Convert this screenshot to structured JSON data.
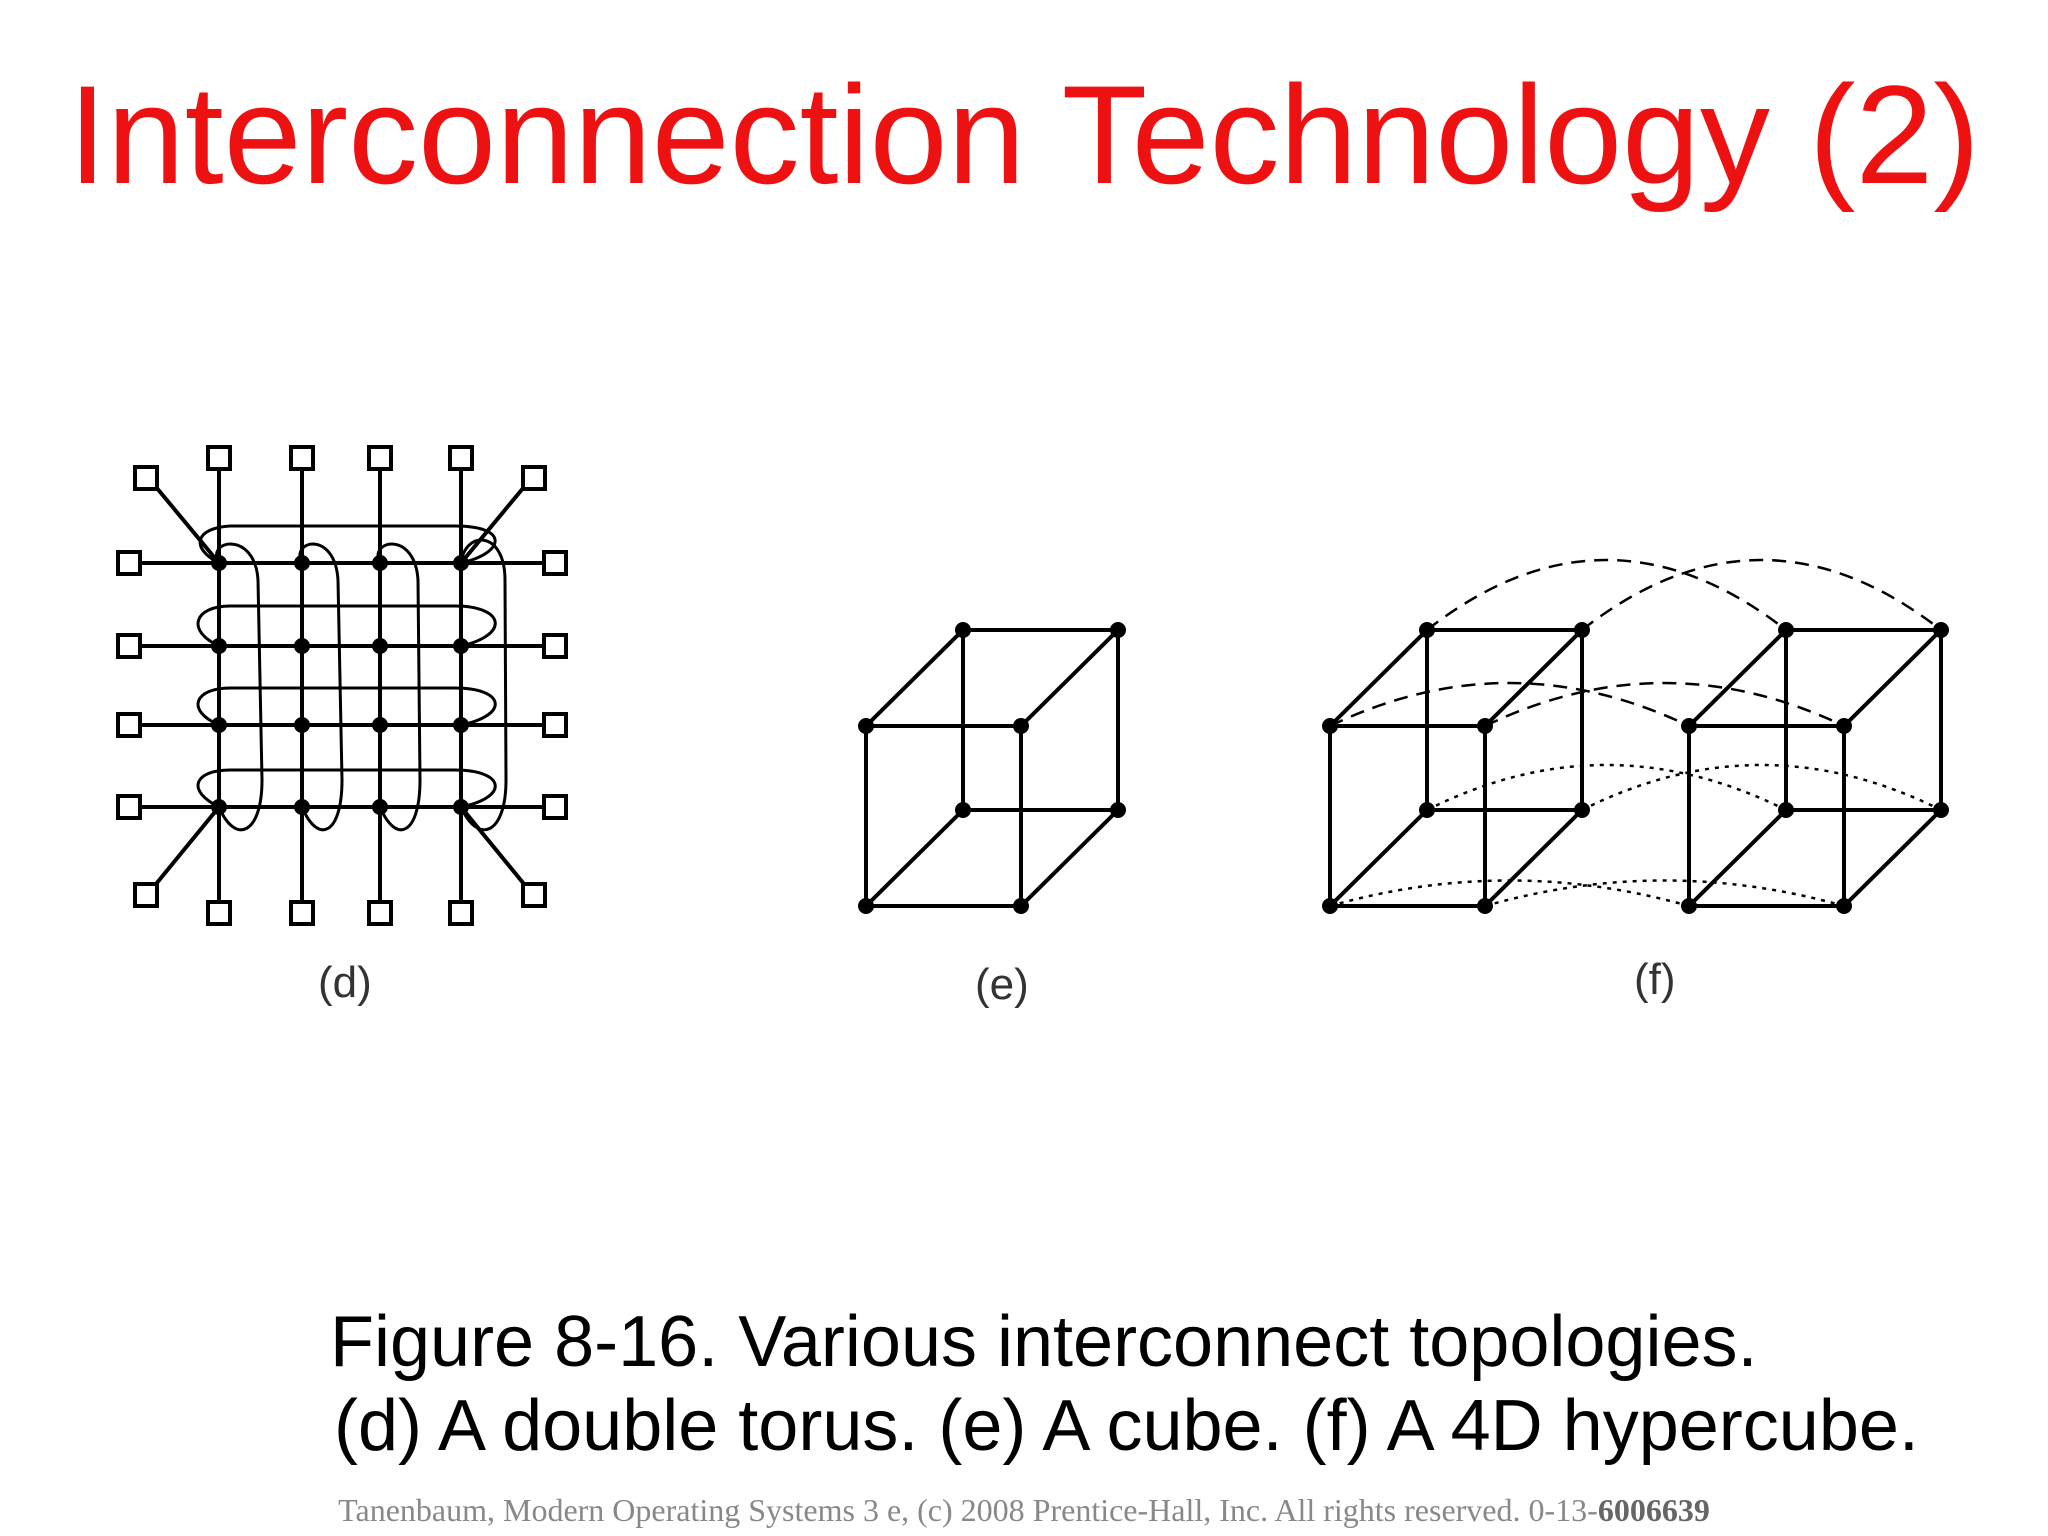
{
  "slide": {
    "title": "Interconnection Technology (2)",
    "labels": {
      "d": "(d)",
      "e": "(e)",
      "f": "(f)"
    },
    "caption_line1": "Figure 8-16. Various interconnect topologies.",
    "caption_line2": "(d) A double torus. (e) A cube. (f) A 4D hypercube.",
    "footer_text": "Tanenbaum, Modern Operating Systems 3 e, (c) 2008 Prentice-Hall, Inc. All rights reserved. 0-13-",
    "footer_isbn": "6006639"
  }
}
